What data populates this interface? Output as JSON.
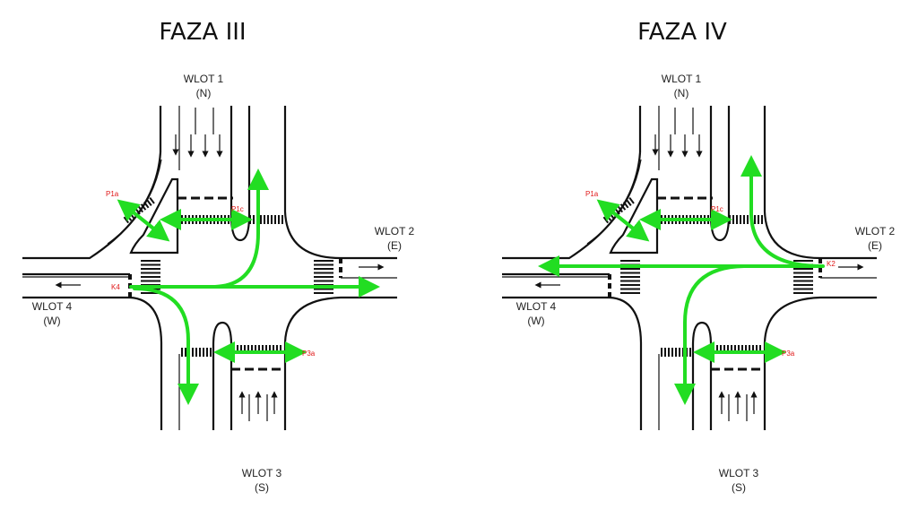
{
  "panels": [
    {
      "title": "FAZA III",
      "approaches": {
        "north": {
          "name": "WLOT 1",
          "dir": "(N)"
        },
        "east": {
          "name": "WLOT 2",
          "dir": "(E)"
        },
        "south": {
          "name": "WLOT 3",
          "dir": "(S)"
        },
        "west": {
          "name": "WLOT 4",
          "dir": "(W)"
        }
      },
      "signal_labels": {
        "p1a": "P1a",
        "p1c": "P1c",
        "p3a": "P3a",
        "vehicle": "K4"
      }
    },
    {
      "title": "FAZA IV",
      "approaches": {
        "north": {
          "name": "WLOT 1",
          "dir": "(N)"
        },
        "east": {
          "name": "WLOT 2",
          "dir": "(E)"
        },
        "south": {
          "name": "WLOT 3",
          "dir": "(S)"
        },
        "west": {
          "name": "WLOT 4",
          "dir": "(W)"
        }
      },
      "signal_labels": {
        "p1a": "P1a",
        "p1c": "P1c",
        "p3a": "P3a",
        "vehicle": "K2"
      }
    }
  ],
  "colors": {
    "active_flow": "#22dd22",
    "signal_label": "#e01818",
    "road_line": "#111111"
  }
}
